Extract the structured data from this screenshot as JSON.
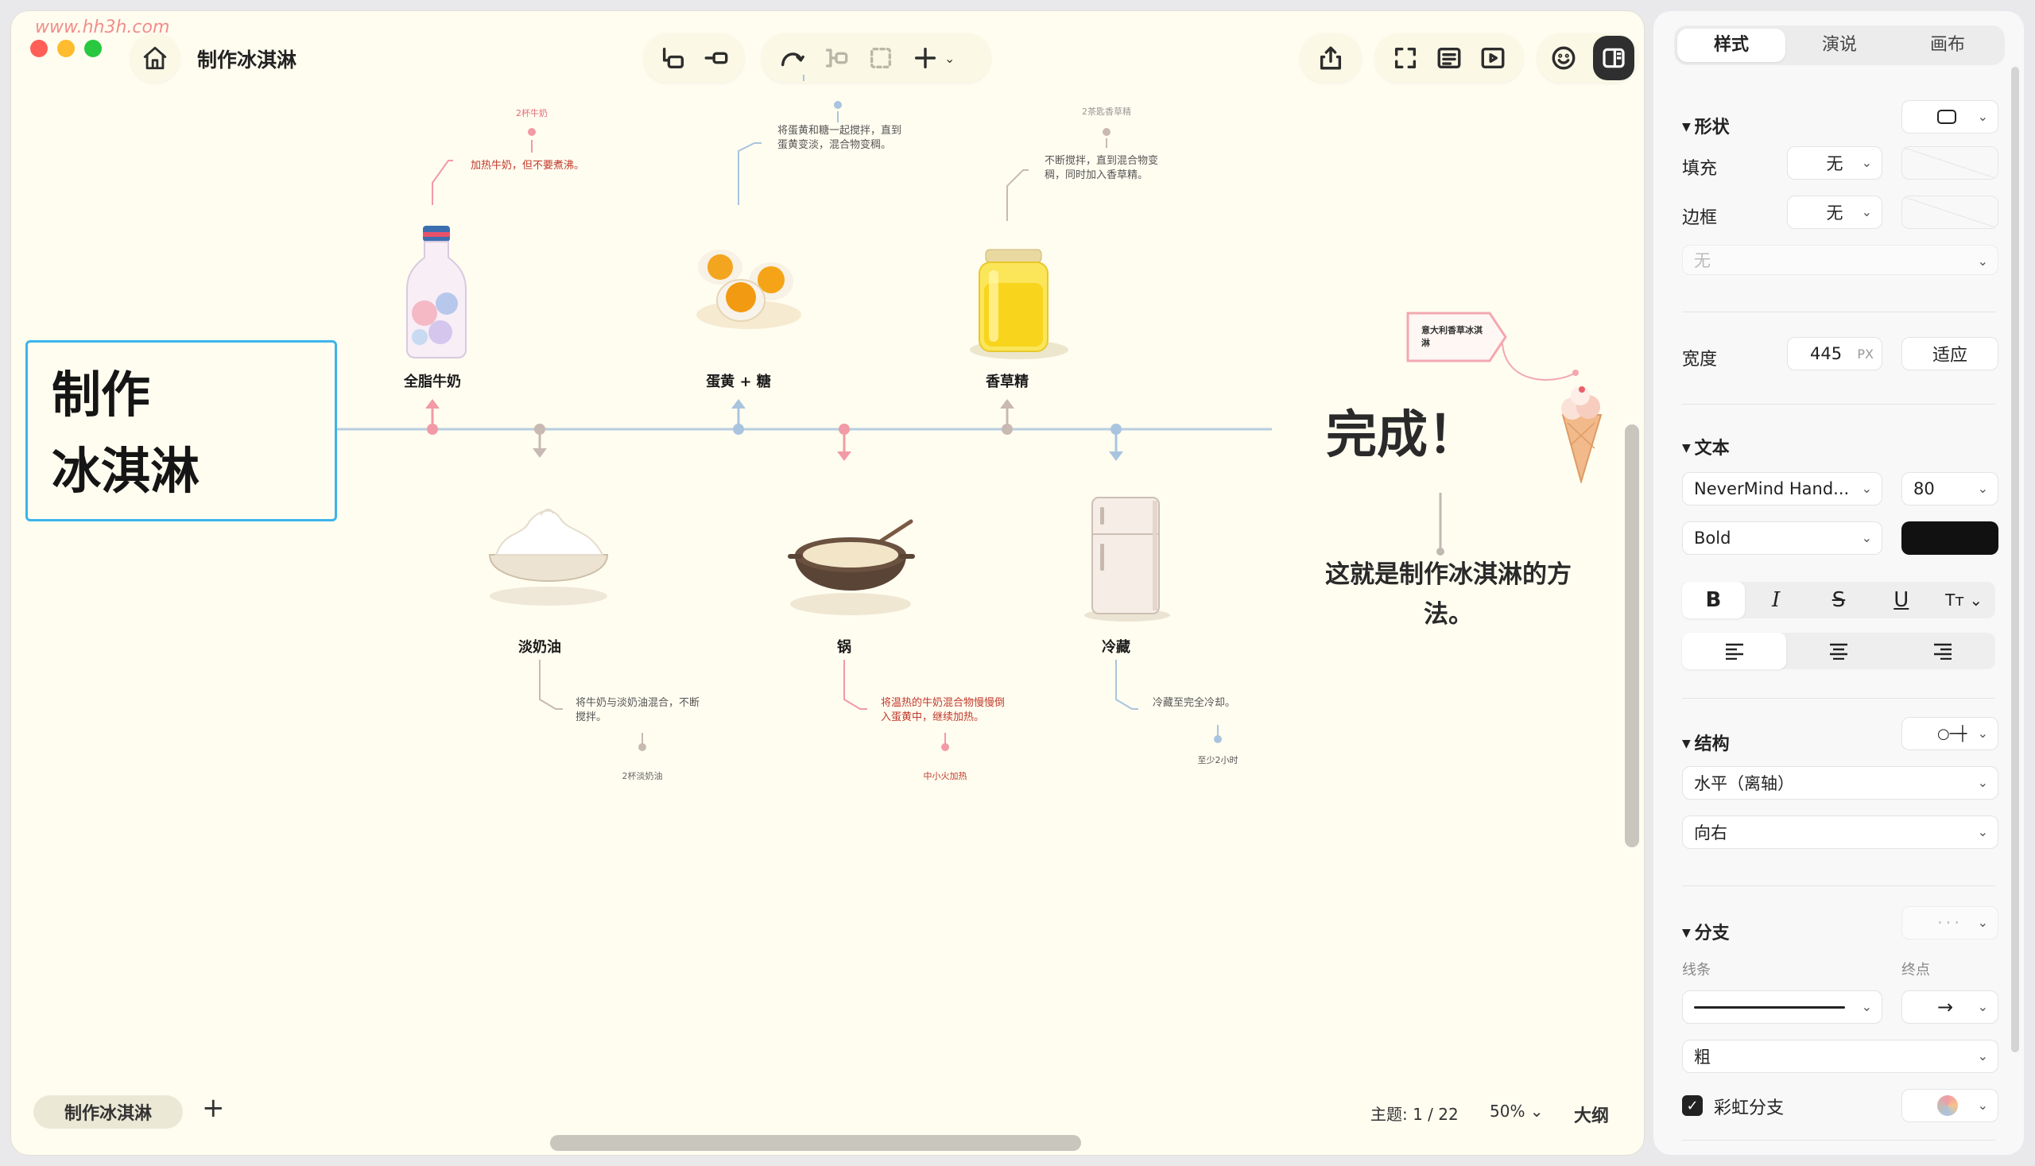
{
  "app": {
    "watermark": "www.hh3h.com",
    "doc_title": "制作冰淇淋"
  },
  "toolbar": {
    "left_icons": [
      "insert-topic-icon",
      "insert-subtopic-icon"
    ],
    "mid_icons": [
      "relationship-icon",
      "boundary-icon",
      "summary-icon",
      "add-icon"
    ],
    "right_icons": [
      "share-icon",
      "fullscreen-icon",
      "outline-view-icon",
      "present-icon",
      "emoji-icon",
      "panel-toggle-icon"
    ]
  },
  "mindmap": {
    "root": [
      "制作",
      "冰淇淋"
    ],
    "topics": [
      {
        "label": "全脂牛奶",
        "note": "加热牛奶，但不要煮沸。",
        "detail": "2杯牛奶"
      },
      {
        "label": "淡奶油",
        "note": "将牛奶与淡奶油混合，不断搅拌。",
        "detail": "2杯淡奶油"
      },
      {
        "label": "蛋黄 + 糖",
        "note": "将蛋黄和糖一起搅拌，直到蛋黄变淡，混合物变稠。",
        "detail": ""
      },
      {
        "label": "锅",
        "note": "将温热的牛奶混合物慢慢倒入蛋黄中，继续加热。",
        "detail": "中小火加热"
      },
      {
        "label": "香草精",
        "note": "不断搅拌，直到混合物变稠，同时加入香草精。",
        "detail": "2茶匙香草精"
      },
      {
        "label": "冷藏",
        "note": "冷藏至完全冷却。",
        "detail": "至少2小时"
      }
    ],
    "tag": "意大利香草冰淇淋",
    "finish_title": "完成！",
    "finish_sub": "这就是制作冰淇淋的方法。"
  },
  "bottom": {
    "sheet": "制作冰淇淋",
    "add_sheet": "+",
    "topics_count": "主题: 1 / 22",
    "zoom": "50%",
    "outline": "大纲"
  },
  "panel": {
    "tabs": [
      "样式",
      "演说",
      "画布"
    ],
    "active_tab": "样式",
    "shape": {
      "title": "形状",
      "fill_label": "填充",
      "fill_value": "无",
      "border_label": "边框",
      "border_value": "无",
      "line_style": "无"
    },
    "width": {
      "label": "宽度",
      "value": "445",
      "unit": "PX",
      "fit": "适应"
    },
    "text": {
      "title": "文本",
      "font": "NeverMind Hand...",
      "size": "80",
      "weight": "Bold",
      "color": "#111111"
    },
    "structure": {
      "title": "结构",
      "layout": "水平（离轴）",
      "direction": "向右"
    },
    "branch": {
      "title": "分支",
      "line_label": "线条",
      "end_label": "终点",
      "thickness": "粗",
      "rainbow_label": "彩虹分支",
      "rainbow_checked": true
    }
  },
  "colors": {
    "canvas_bg": "#fffdf0",
    "root_border": "#3cb4ec",
    "pink": "#f29aa5",
    "blue": "#a9c4df",
    "tan": "#c8b9b3",
    "note_pink": "#c0392b",
    "note_gray": "#555555"
  }
}
